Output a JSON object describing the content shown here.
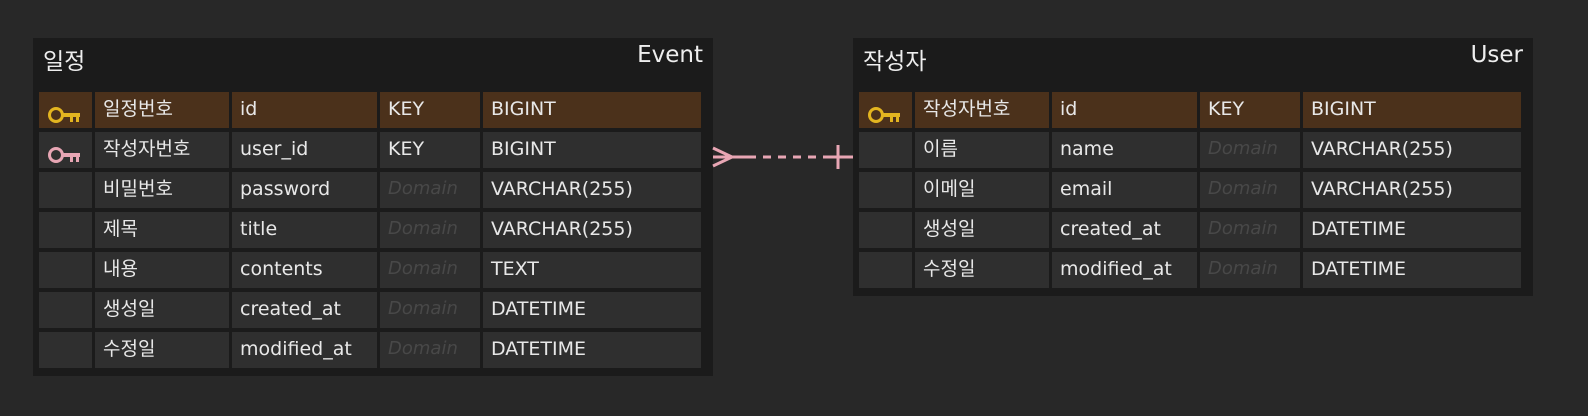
{
  "tables": [
    {
      "logical_name": "일정",
      "physical_name": "Event",
      "columns": [
        {
          "key": "pk",
          "logical": "일정번호",
          "physical": "id",
          "domain": "KEY",
          "type": "BIGINT"
        },
        {
          "key": "fk",
          "logical": "작성자번호",
          "physical": "user_id",
          "domain": "KEY",
          "type": "BIGINT"
        },
        {
          "key": "",
          "logical": "비밀번호",
          "physical": "password",
          "domain": "Domain",
          "type": "VARCHAR(255)"
        },
        {
          "key": "",
          "logical": "제목",
          "physical": "title",
          "domain": "Domain",
          "type": "VARCHAR(255)"
        },
        {
          "key": "",
          "logical": "내용",
          "physical": "contents",
          "domain": "Domain",
          "type": "TEXT"
        },
        {
          "key": "",
          "logical": "생성일",
          "physical": "created_at",
          "domain": "Domain",
          "type": "DATETIME"
        },
        {
          "key": "",
          "logical": "수정일",
          "physical": "modified_at",
          "domain": "Domain",
          "type": "DATETIME"
        }
      ]
    },
    {
      "logical_name": "작성자",
      "physical_name": "User",
      "columns": [
        {
          "key": "pk",
          "logical": "작성자번호",
          "physical": "id",
          "domain": "KEY",
          "type": "BIGINT"
        },
        {
          "key": "",
          "logical": "이름",
          "physical": "name",
          "domain": "Domain",
          "type": "VARCHAR(255)"
        },
        {
          "key": "",
          "logical": "이메일",
          "physical": "email",
          "domain": "Domain",
          "type": "VARCHAR(255)"
        },
        {
          "key": "",
          "logical": "생성일",
          "physical": "created_at",
          "domain": "Domain",
          "type": "DATETIME"
        },
        {
          "key": "",
          "logical": "수정일",
          "physical": "modified_at",
          "domain": "Domain",
          "type": "DATETIME"
        }
      ]
    }
  ],
  "relationship": {
    "from_table": "Event",
    "to_table": "User",
    "style": "dashed",
    "from_end": "many",
    "to_end": "one"
  },
  "colors": {
    "background": "#282828",
    "table_bg": "#1b1b1b",
    "cell_bg": "#2f2f2f",
    "pk_row_bg": "#4b311b",
    "pk_icon": "#e3b520",
    "fk_icon": "#e8a6b4",
    "relation_line": "#e8a6b4",
    "domain_placeholder": "#484848"
  },
  "icons": {
    "pk": "primary-key-icon",
    "fk": "foreign-key-icon"
  }
}
